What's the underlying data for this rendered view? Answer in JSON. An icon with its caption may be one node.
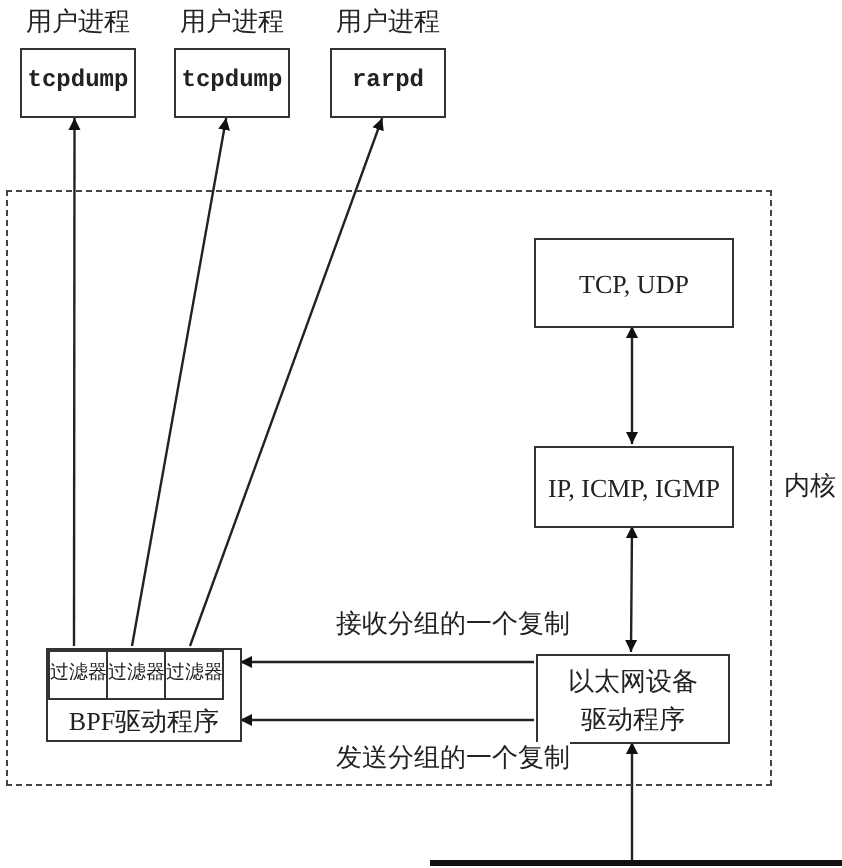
{
  "diagram": {
    "nodes": [
      {
        "text": [
          "内核"
        ]
      },
      {
        "text": [
          "用户进程",
          "tcpdump"
        ]
      },
      {
        "text": [
          "用户进程",
          "tcpdump"
        ]
      },
      {
        "text": [
          "用户进程",
          "rarpd"
        ]
      },
      {
        "text": [
          "TCP, UDP"
        ],
        "in": 0
      },
      {
        "text": [
          "IP, ICMP, IGMP"
        ],
        "in": 0
      },
      {
        "text": [
          "以太网设备驱动程序"
        ],
        "in": 0
      },
      {
        "text": [
          "BPF驱动程序"
        ],
        "in": 0
      },
      {
        "text": [
          "过滤器"
        ],
        "in": 7
      },
      {
        "text": [
          "过滤器"
        ],
        "in": 7
      },
      {
        "text": [
          "过滤器"
        ],
        "in": 7
      },
      {
        "text": [],
        "shape": "bar"
      }
    ],
    "edges": [
      {
        "from": 8,
        "to": 1,
        "arrow": "to"
      },
      {
        "from": 9,
        "to": 2,
        "arrow": "to"
      },
      {
        "from": 10,
        "to": 3,
        "arrow": "to"
      },
      {
        "from": 4,
        "to": 5,
        "arrow": "both"
      },
      {
        "from": 5,
        "to": 6,
        "arrow": "both"
      },
      {
        "from": 6,
        "to": 7,
        "arrow": "to",
        "label": "接收分组的一个复制"
      },
      {
        "from": 6,
        "to": 7,
        "arrow": "to",
        "label": "发送分组的一个复制"
      },
      {
        "from": 11,
        "to": 6,
        "arrow": "to"
      }
    ]
  }
}
